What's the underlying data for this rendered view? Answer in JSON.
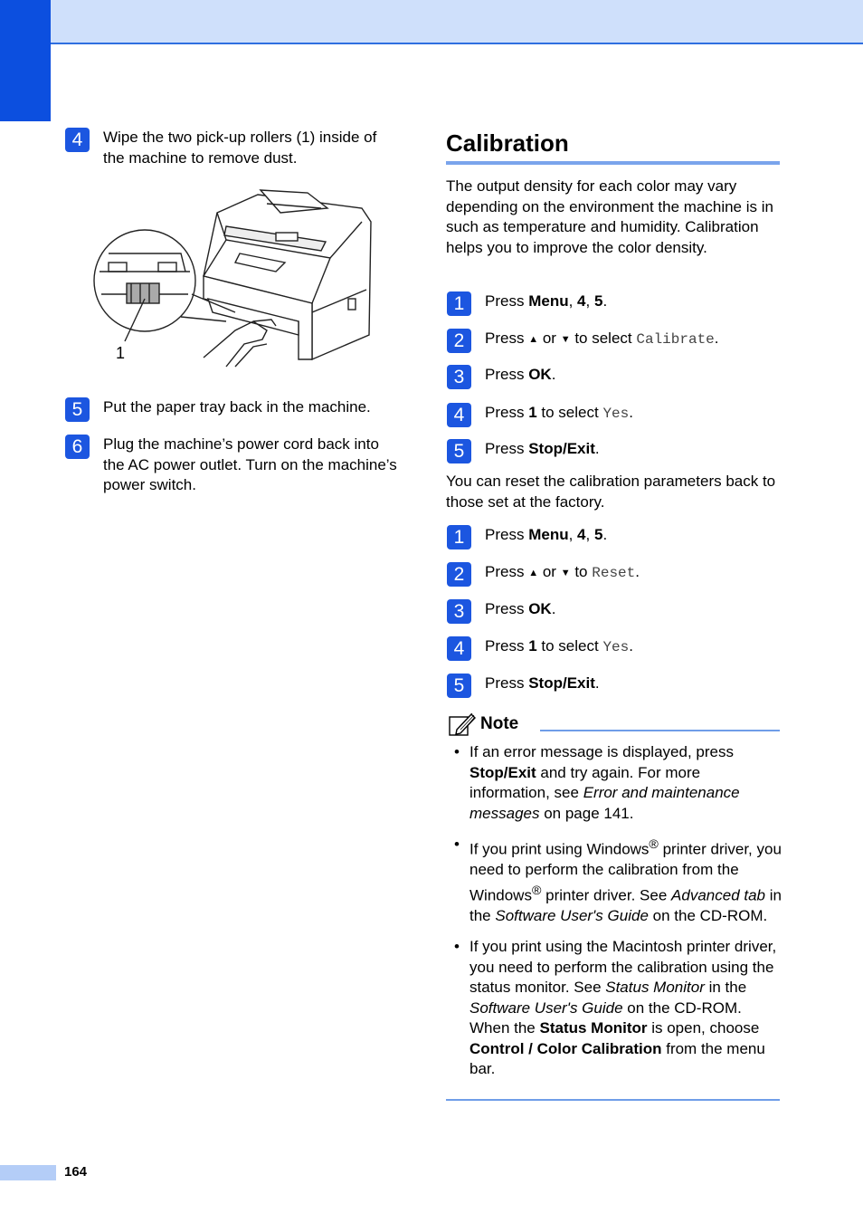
{
  "page_number": "164",
  "left_steps": [
    {
      "num": "4",
      "text": "Wipe the two pick-up rollers (1) inside of the machine to remove dust."
    },
    {
      "num": "5",
      "text": "Put the paper tray back in the machine."
    },
    {
      "num": "6",
      "text": "Plug the machine’s power cord back into the AC power outlet. Turn on the machine’s power switch."
    }
  ],
  "figure": {
    "callout": "1"
  },
  "heading": "Calibration",
  "intro": "The output density for each color may vary depending on the environment the machine is in such as temperature and humidity. Calibration helps you to improve the color density.",
  "words": {
    "press": "Press",
    "menu": "Menu",
    "to_select": "to select",
    "to": "to",
    "or": "or",
    "ok": "OK",
    "one": "1",
    "stop_exit": "Stop/Exit",
    "four": "4",
    "five": "5"
  },
  "steps_a": {
    "n1": "1",
    "n2": "2",
    "n3": "3",
    "n4": "4",
    "n5": "5",
    "code_calibrate": "Calibrate",
    "code_yes": "Yes"
  },
  "reset_para": "You can reset the calibration parameters back to those set at the factory.",
  "steps_b": {
    "n1": "1",
    "n2": "2",
    "n3": "3",
    "n4": "4",
    "n5": "5",
    "code_reset": "Reset",
    "code_yes": "Yes"
  },
  "note": {
    "label": "Note",
    "item1": {
      "a": "If an error message is displayed, press ",
      "b": "Stop/Exit",
      "c": " and try again. For more information, see ",
      "d": "Error and maintenance messages",
      "e": " on page 141."
    },
    "item2": {
      "a": "If you print using Windows",
      "reg": "®",
      "b": " printer driver, you need to perform the calibration from the Windows",
      "c": " printer driver. See ",
      "d": "Advanced tab",
      "e": " in the ",
      "f": "Software User's Guide",
      "g": " on the CD-ROM."
    },
    "item3": {
      "a": "If you print using the Macintosh printer driver, you need to perform the calibration using the status monitor. See ",
      "b": "Status Monitor",
      "c": " in the ",
      "d": "Software User's Guide",
      "e": " on the CD-ROM. When the ",
      "f": "Status Monitor",
      "g": " is open, choose ",
      "h": "Control / Color Calibration",
      "i": " from the menu bar."
    }
  },
  "colors": {
    "accent": "#1c56e0",
    "band": "#cfe0fb",
    "rule": "#7aa4ec"
  }
}
